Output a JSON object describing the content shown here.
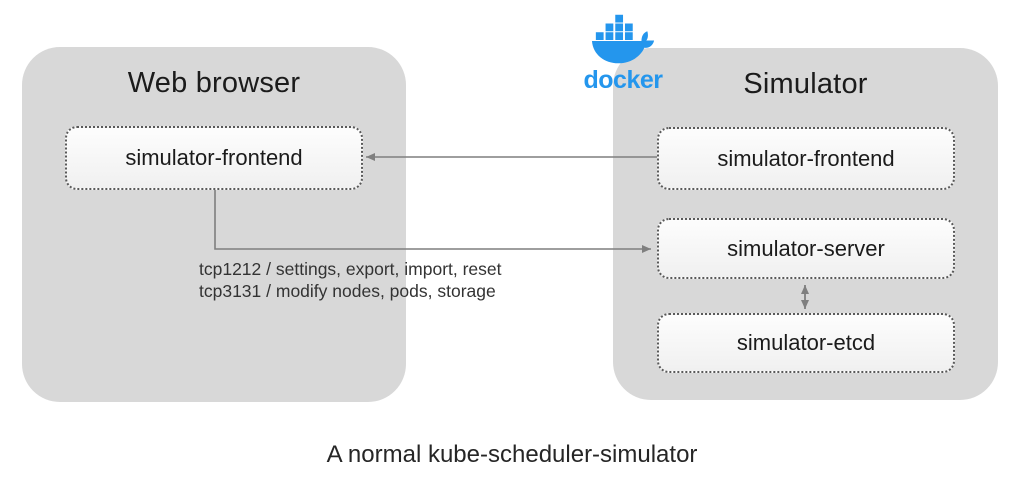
{
  "caption": "A normal kube-scheduler-simulator",
  "groups": {
    "web_browser": {
      "title": "Web browser",
      "nodes": [
        {
          "label": "simulator-frontend"
        }
      ]
    },
    "simulator": {
      "title": "Simulator",
      "nodes": [
        {
          "label": "simulator-frontend"
        },
        {
          "label": "simulator-server"
        },
        {
          "label": "simulator-etcd"
        }
      ]
    }
  },
  "connections": {
    "frontend_to_server_ports_line1": "tcp1212 / settings, export, import, reset",
    "frontend_to_server_ports_line2": "tcp3131 / modify nodes, pods, storage"
  },
  "docker_logo": {
    "wordmark": "docker",
    "icon": "docker-whale-icon",
    "color": "#2496ED"
  },
  "colors": {
    "group_fill": "#d8d8d8",
    "node_fill": "#fafafa",
    "node_border": "#595959",
    "arrow": "#7f7f7f",
    "text": "#1b1b1b",
    "ports_text": "#333333",
    "docker_blue": "#2496ED"
  }
}
